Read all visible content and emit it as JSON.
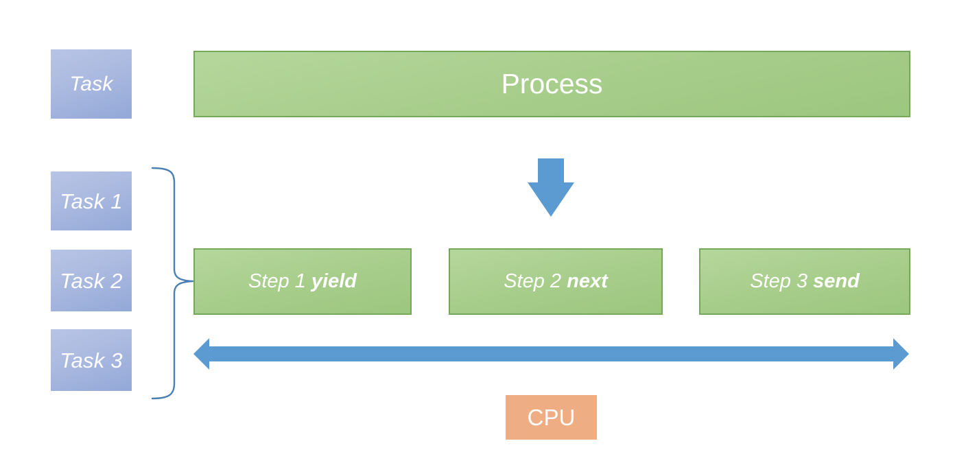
{
  "diagram": {
    "title_row": {
      "task_label": "Task",
      "process_label": "Process"
    },
    "task_list": [
      {
        "label": "Task 1"
      },
      {
        "label": "Task 2"
      },
      {
        "label": "Task 3"
      }
    ],
    "steps": [
      {
        "prefix": "Step 1 ",
        "keyword": "yield"
      },
      {
        "prefix": "Step 2 ",
        "keyword": "next"
      },
      {
        "prefix": "Step 3 ",
        "keyword": "send"
      }
    ],
    "cpu_label": "CPU",
    "connectors": {
      "down_arrow": "down-arrow",
      "timeline_arrow": "double-headed-arrow",
      "brace": "right-curly-brace"
    },
    "colors": {
      "task_blue_light": "#b7c4e6",
      "task_blue_dark": "#93a8d8",
      "green_fill_light": "#b6d79c",
      "green_fill_dark": "#9cc77f",
      "green_border": "#76a85a",
      "arrow_blue": "#5b9bd1",
      "brace_blue": "#4a7fb5",
      "cpu_peach": "#efad84",
      "text_white": "#ffffff",
      "background": "#ffffff"
    }
  }
}
